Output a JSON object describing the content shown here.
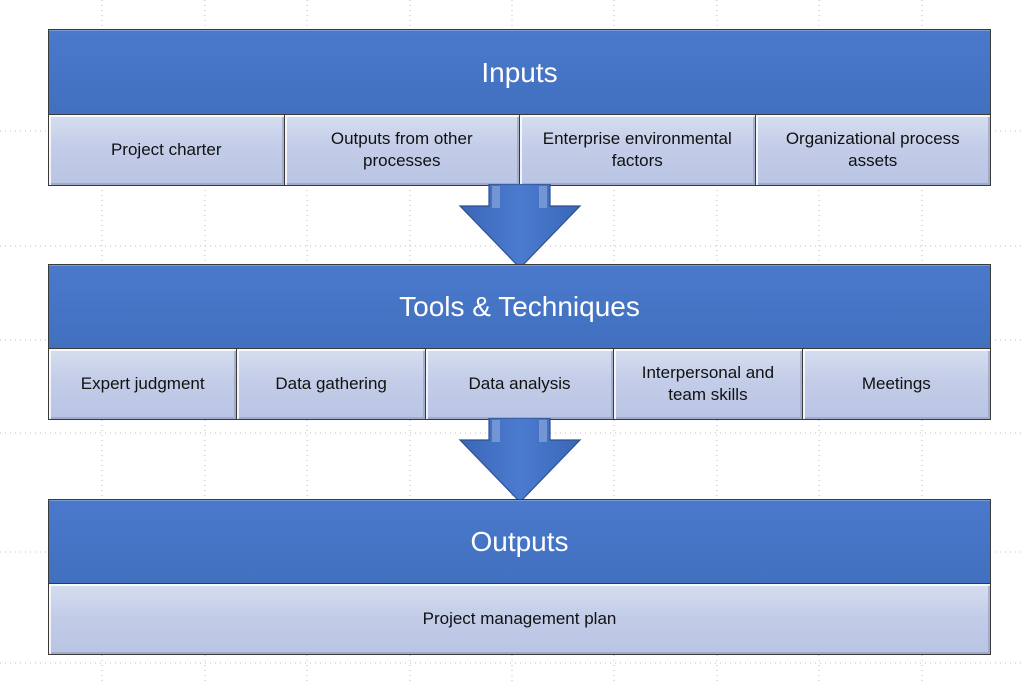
{
  "colors": {
    "header_fill": "#4472c4",
    "cell_fill": "#c3cde8",
    "arrow_fill": "#4472c4",
    "border": "#3a3a3a",
    "header_text": "#ffffff",
    "cell_text": "#111111"
  },
  "inputs": {
    "title": "Inputs",
    "items": [
      {
        "label": "Project charter"
      },
      {
        "label": "Outputs from other processes"
      },
      {
        "label": "Enterprise environmental factors"
      },
      {
        "label": "Organizational process assets"
      }
    ]
  },
  "tools": {
    "title": "Tools & Techniques",
    "items": [
      {
        "label": "Expert judgment"
      },
      {
        "label": "Data gathering"
      },
      {
        "label": "Data analysis"
      },
      {
        "label": "Interpersonal and team skills"
      },
      {
        "label": "Meetings"
      }
    ]
  },
  "outputs": {
    "title": "Outputs",
    "items": [
      {
        "label": "Project management plan"
      }
    ]
  },
  "arrows": {
    "icon": "down-arrow-icon"
  }
}
